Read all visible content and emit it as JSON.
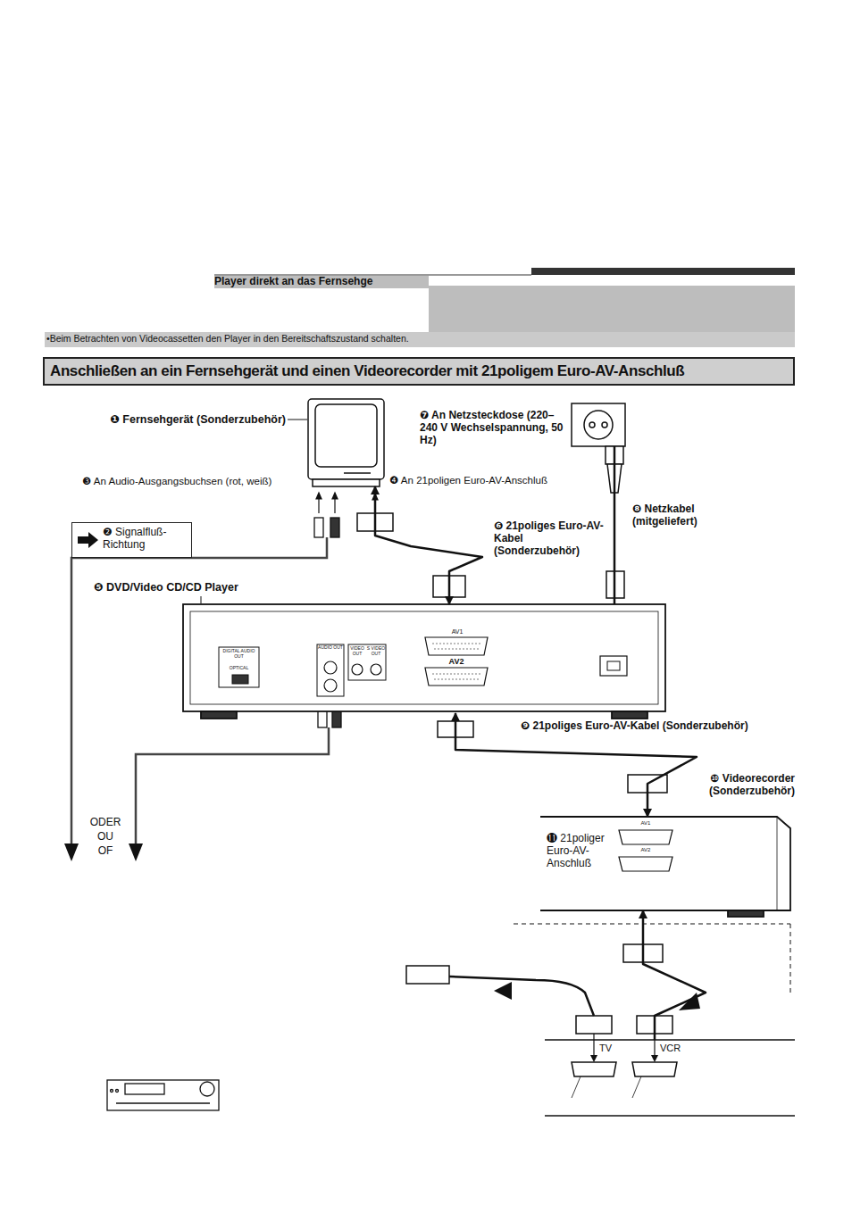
{
  "diagram": {
    "title": "Anschließen an ein Fernsehgerät und einen Videorecorder mit 21poligem Euro-AV-Anschluß",
    "nodes": [
      {
        "text": [
          "❶ Fernsehgerät (Sonderzubehör)"
        ]
      },
      {
        "text": [
          "❼ An Netzsteckdose (220–240 V Wechselspannung, 50 Hz)"
        ]
      },
      {
        "text": [
          "❺ DVD/Video CD/CD Player"
        ]
      },
      {
        "text": [
          "❿ Videorecorder (Sonderzubehör)"
        ]
      },
      {
        "text": [
          "TV",
          "VCR"
        ]
      }
    ],
    "edges": [
      {
        "from": 0,
        "to": 2,
        "arrow": "both",
        "label": "❻ 21poliges Euro-AV-Kabel (Sonderzubehör)"
      },
      {
        "from": 1,
        "to": 2,
        "arrow": "none",
        "label": "❽ Netzkabel (mitgeliefert)"
      },
      {
        "from": 2,
        "to": 3,
        "arrow": "both",
        "label": "❾ 21poliges Euro-AV-Kabel (Sonderzubehör)"
      },
      {
        "from": 4,
        "to": 3,
        "arrow": "to"
      }
    ],
    "labels": [
      "Player direkt an das Fernsehge",
      "•Beim Betrachten von Videocassetten den Player in den Bereitschaftszustand schalten.",
      "❸ An Audio-Ausgangsbuchsen (rot, weiß)",
      "❹ An 21poligen Euro-AV-Anschluß",
      "DIGITAL AUDIO OUT",
      "OPTICAL",
      "AUDIO OUT",
      "VIDEO OUT",
      "S VIDEO OUT",
      "AV1",
      "AV2",
      "⓫ 21poliger Euro-AV-Anschluß",
      "AV1",
      "AV2",
      "ODER",
      "OU",
      "OF"
    ],
    "legend": [
      {
        "text": "❷ Signalfluß-Richtung"
      }
    ]
  }
}
